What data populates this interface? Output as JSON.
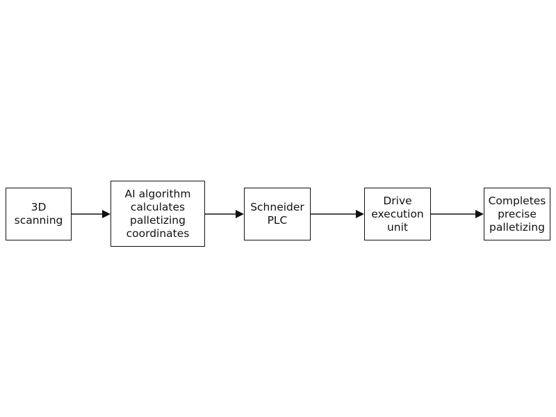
{
  "diagram": {
    "nodes": [
      {
        "label": "3D\nscanning"
      },
      {
        "label": "AI algorithm\ncalculates\npalletizing\ncoordinates"
      },
      {
        "label": "Schneider\nPLC"
      },
      {
        "label": "Drive\nexecution\nunit"
      },
      {
        "label": "Completes\nprecise\npalletizing"
      }
    ],
    "colors": {
      "stroke": "#111111",
      "background": "#ffffff"
    }
  }
}
